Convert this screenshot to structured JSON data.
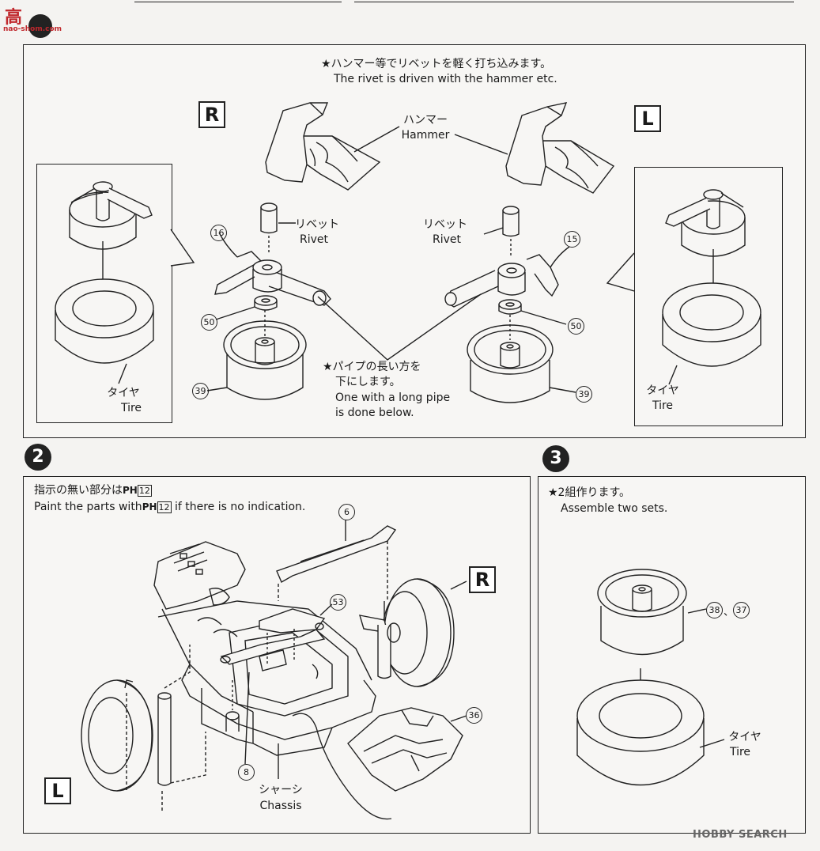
{
  "watermark_top": {
    "logo": "高",
    "url": "nao-shom.com"
  },
  "watermark_bottom": {
    "text": "HOBBY SEARCH"
  },
  "step1": {
    "note_jp": "★ハンマー等でリベットを軽く打ち込みます。",
    "note_en": "The rivet is driven with the hammer etc.",
    "hammer_jp": "ハンマー",
    "hammer_en": "Hammer",
    "rivet_jp_left": "リベット",
    "rivet_en_left": "Rivet",
    "rivet_jp_right": "リベット",
    "rivet_en_right": "Rivet",
    "side_right": "R",
    "side_left": "L",
    "pipe_jp_1": "★パイプの長い方を",
    "pipe_jp_2": "下にします。",
    "pipe_en_1": "One with a long pipe",
    "pipe_en_2": "is done below.",
    "tire_jp_left": "タイヤ",
    "tire_en_left": "Tire",
    "tire_jp_right": "タイヤ",
    "tire_en_right": "Tire",
    "part_16": "16",
    "part_15": "15",
    "part_50_left": "50",
    "part_50_right": "50",
    "part_39_left": "39",
    "part_39_right": "39"
  },
  "step2": {
    "number": "2",
    "paint_jp": "指示の無い部分は",
    "paint_code_jp": "12",
    "paint_en_pre": "Paint the parts with",
    "paint_code_en": "12",
    "paint_en_post": "if there is no indication.",
    "paint_prefix": "PH",
    "part_6": "6",
    "part_53": "53",
    "part_36": "36",
    "part_8": "8",
    "side_right": "R",
    "side_left": "L",
    "chassis_jp": "シャーシ",
    "chassis_en": "Chassis"
  },
  "step3": {
    "number": "3",
    "note_jp": "★2組作ります。",
    "note_en": "Assemble two sets.",
    "part_38": "38",
    "sep": "、",
    "part_37": "37",
    "tire_jp": "タイヤ",
    "tire_en": "Tire"
  }
}
